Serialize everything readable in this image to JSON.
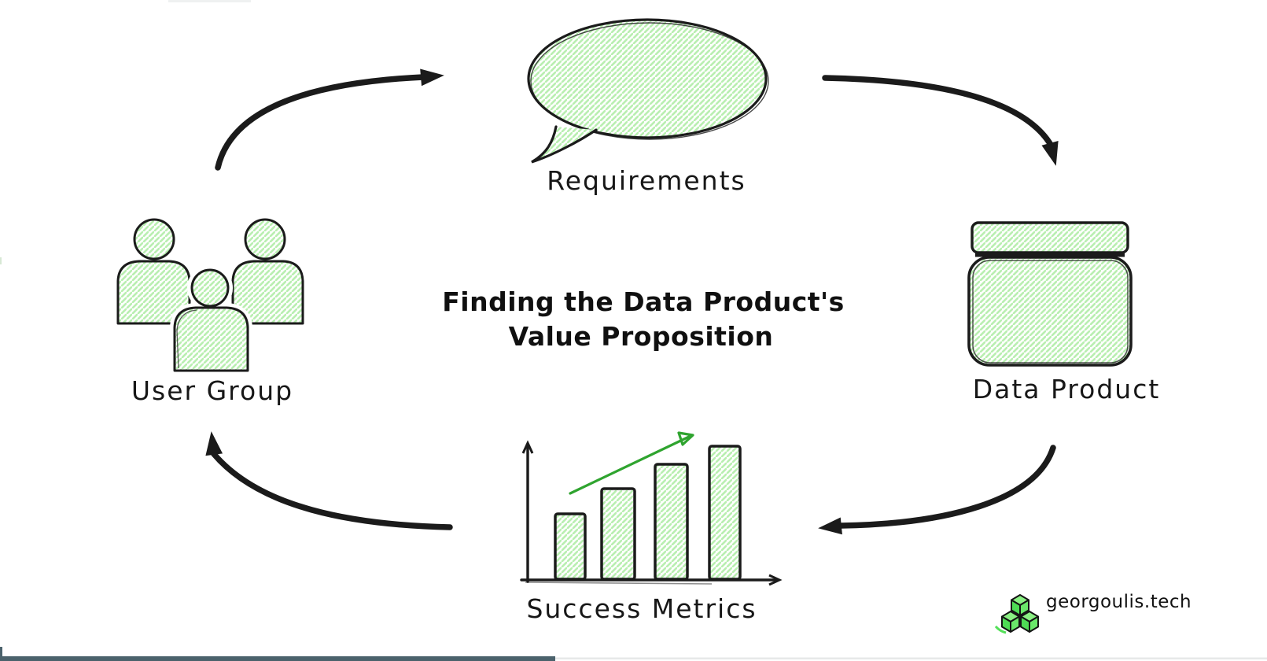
{
  "title": {
    "line1": "Finding the Data Product's",
    "line2": "Value Proposition"
  },
  "nodes": {
    "requirements": {
      "label": "Requirements",
      "icon": "speech-bubble-icon"
    },
    "user_group": {
      "label": "User Group",
      "icon": "user-group-icon"
    },
    "data_product": {
      "label": "Data Product",
      "icon": "storage-box-icon"
    },
    "success_metrics": {
      "label": "Success Metrics",
      "icon": "bar-chart-icon",
      "bar_heights": [
        83,
        115,
        146,
        169
      ]
    }
  },
  "flow": [
    {
      "from": "User Group",
      "to": "Requirements"
    },
    {
      "from": "Requirements",
      "to": "Data Product"
    },
    {
      "from": "Data Product",
      "to": "Success Metrics"
    },
    {
      "from": "Success Metrics",
      "to": "User Group"
    }
  ],
  "branding": {
    "label": "georgoulis.tech",
    "icon": "cubes-logo-icon"
  },
  "colors": {
    "hatch_green": "#b9efb1",
    "outline_black": "#1b1b1b",
    "trend_arrow_green": "#2fa42f",
    "logo_cube_green": "#55e05a",
    "footer_bar_slate": "#4b626c"
  }
}
